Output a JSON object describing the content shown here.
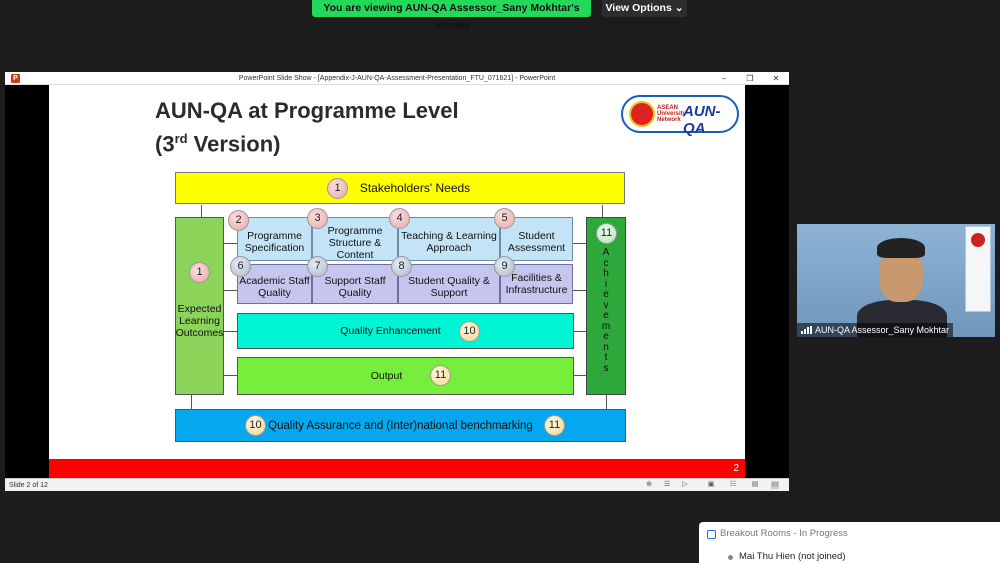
{
  "zoom": {
    "share_banner": "You are viewing AUN-QA Assessor_Sany Mokhtar's screen",
    "view_options": "View Options",
    "view_options_icon": "chevron-down-icon"
  },
  "ppt": {
    "window_title": "PowerPoint Slide Show - [Appendix-J-AUN-QA-Assessment-Presentation_FTU_071621] - PowerPoint",
    "status": "Slide 2 of 12",
    "app_icon_letter": "P"
  },
  "slide": {
    "title_line1": "AUN-QA at Programme Level",
    "title_line2_pre": "(3",
    "title_line2_sup": "rd",
    "title_line2_post": " Version)",
    "logo_small": "ASEAN University Network",
    "logo_big": "AUN-QA",
    "page_number": "2",
    "stakeholders": {
      "num": "1",
      "label": "Stakeholders' Needs"
    },
    "elo": {
      "num": "1",
      "label": "Expected Learning Outcomes"
    },
    "achievements": {
      "num": "11",
      "letters": [
        "A",
        "c",
        "h",
        "i",
        "e",
        "v",
        "e",
        "m",
        "e",
        "n",
        "t",
        "s"
      ]
    },
    "row1": [
      {
        "num": "2",
        "label": "Programme Specification"
      },
      {
        "num": "3",
        "label": "Programme Structure & Content"
      },
      {
        "num": "4",
        "label": "Teaching & Learning Approach"
      },
      {
        "num": "5",
        "label": "Student Assessment"
      }
    ],
    "row2": [
      {
        "num": "6",
        "label": "Academic Staff Quality"
      },
      {
        "num": "7",
        "label": "Support Staff Quality"
      },
      {
        "num": "8",
        "label": "Student Quality & Support"
      },
      {
        "num": "9",
        "label": "Facilities & Infrastructure"
      }
    ],
    "enhancement": {
      "label": "Quality Enhancement",
      "num": "10"
    },
    "output": {
      "label": "Output",
      "num": "11"
    },
    "benchmark": {
      "num_left": "10",
      "label": "Quality Assurance and (Inter)national benchmarking",
      "num_right": "11"
    }
  },
  "webcam": {
    "name": "AUN-QA Assessor_Sany Mokhtar"
  },
  "breakout": {
    "title": "Breakout Rooms - In Progress",
    "member": "Mai Thu Hien (not joined)"
  }
}
